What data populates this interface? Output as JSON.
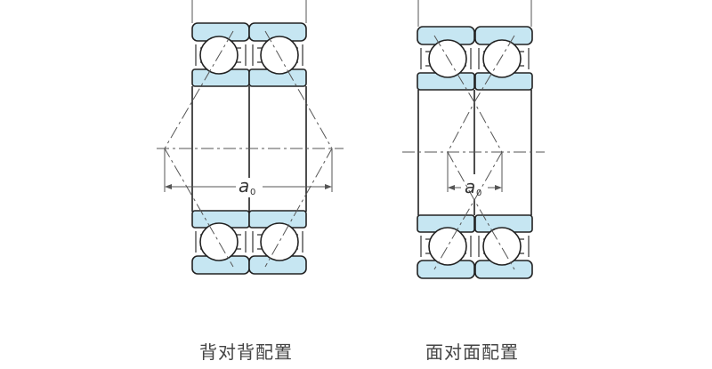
{
  "left": {
    "caption": "背对背配置",
    "dim_label": "a",
    "dim_sub": "0"
  },
  "right": {
    "caption": "面对面配置",
    "dim_label": "a",
    "dim_sub": "0"
  },
  "colors": {
    "ring": "#c6e6f2",
    "line": "#222222"
  }
}
